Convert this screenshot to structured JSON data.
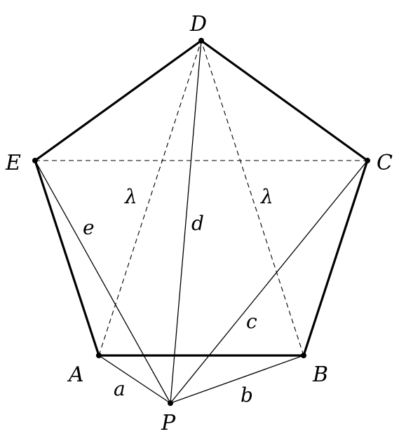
{
  "vertices": {
    "D": "D",
    "E": "E",
    "C": "C",
    "A": "A",
    "B": "B",
    "P": "P"
  },
  "segment_labels": {
    "a": "a",
    "b": "b",
    "c": "c",
    "d": "d",
    "e": "e",
    "lambda_left": "λ",
    "lambda_right": "λ"
  }
}
